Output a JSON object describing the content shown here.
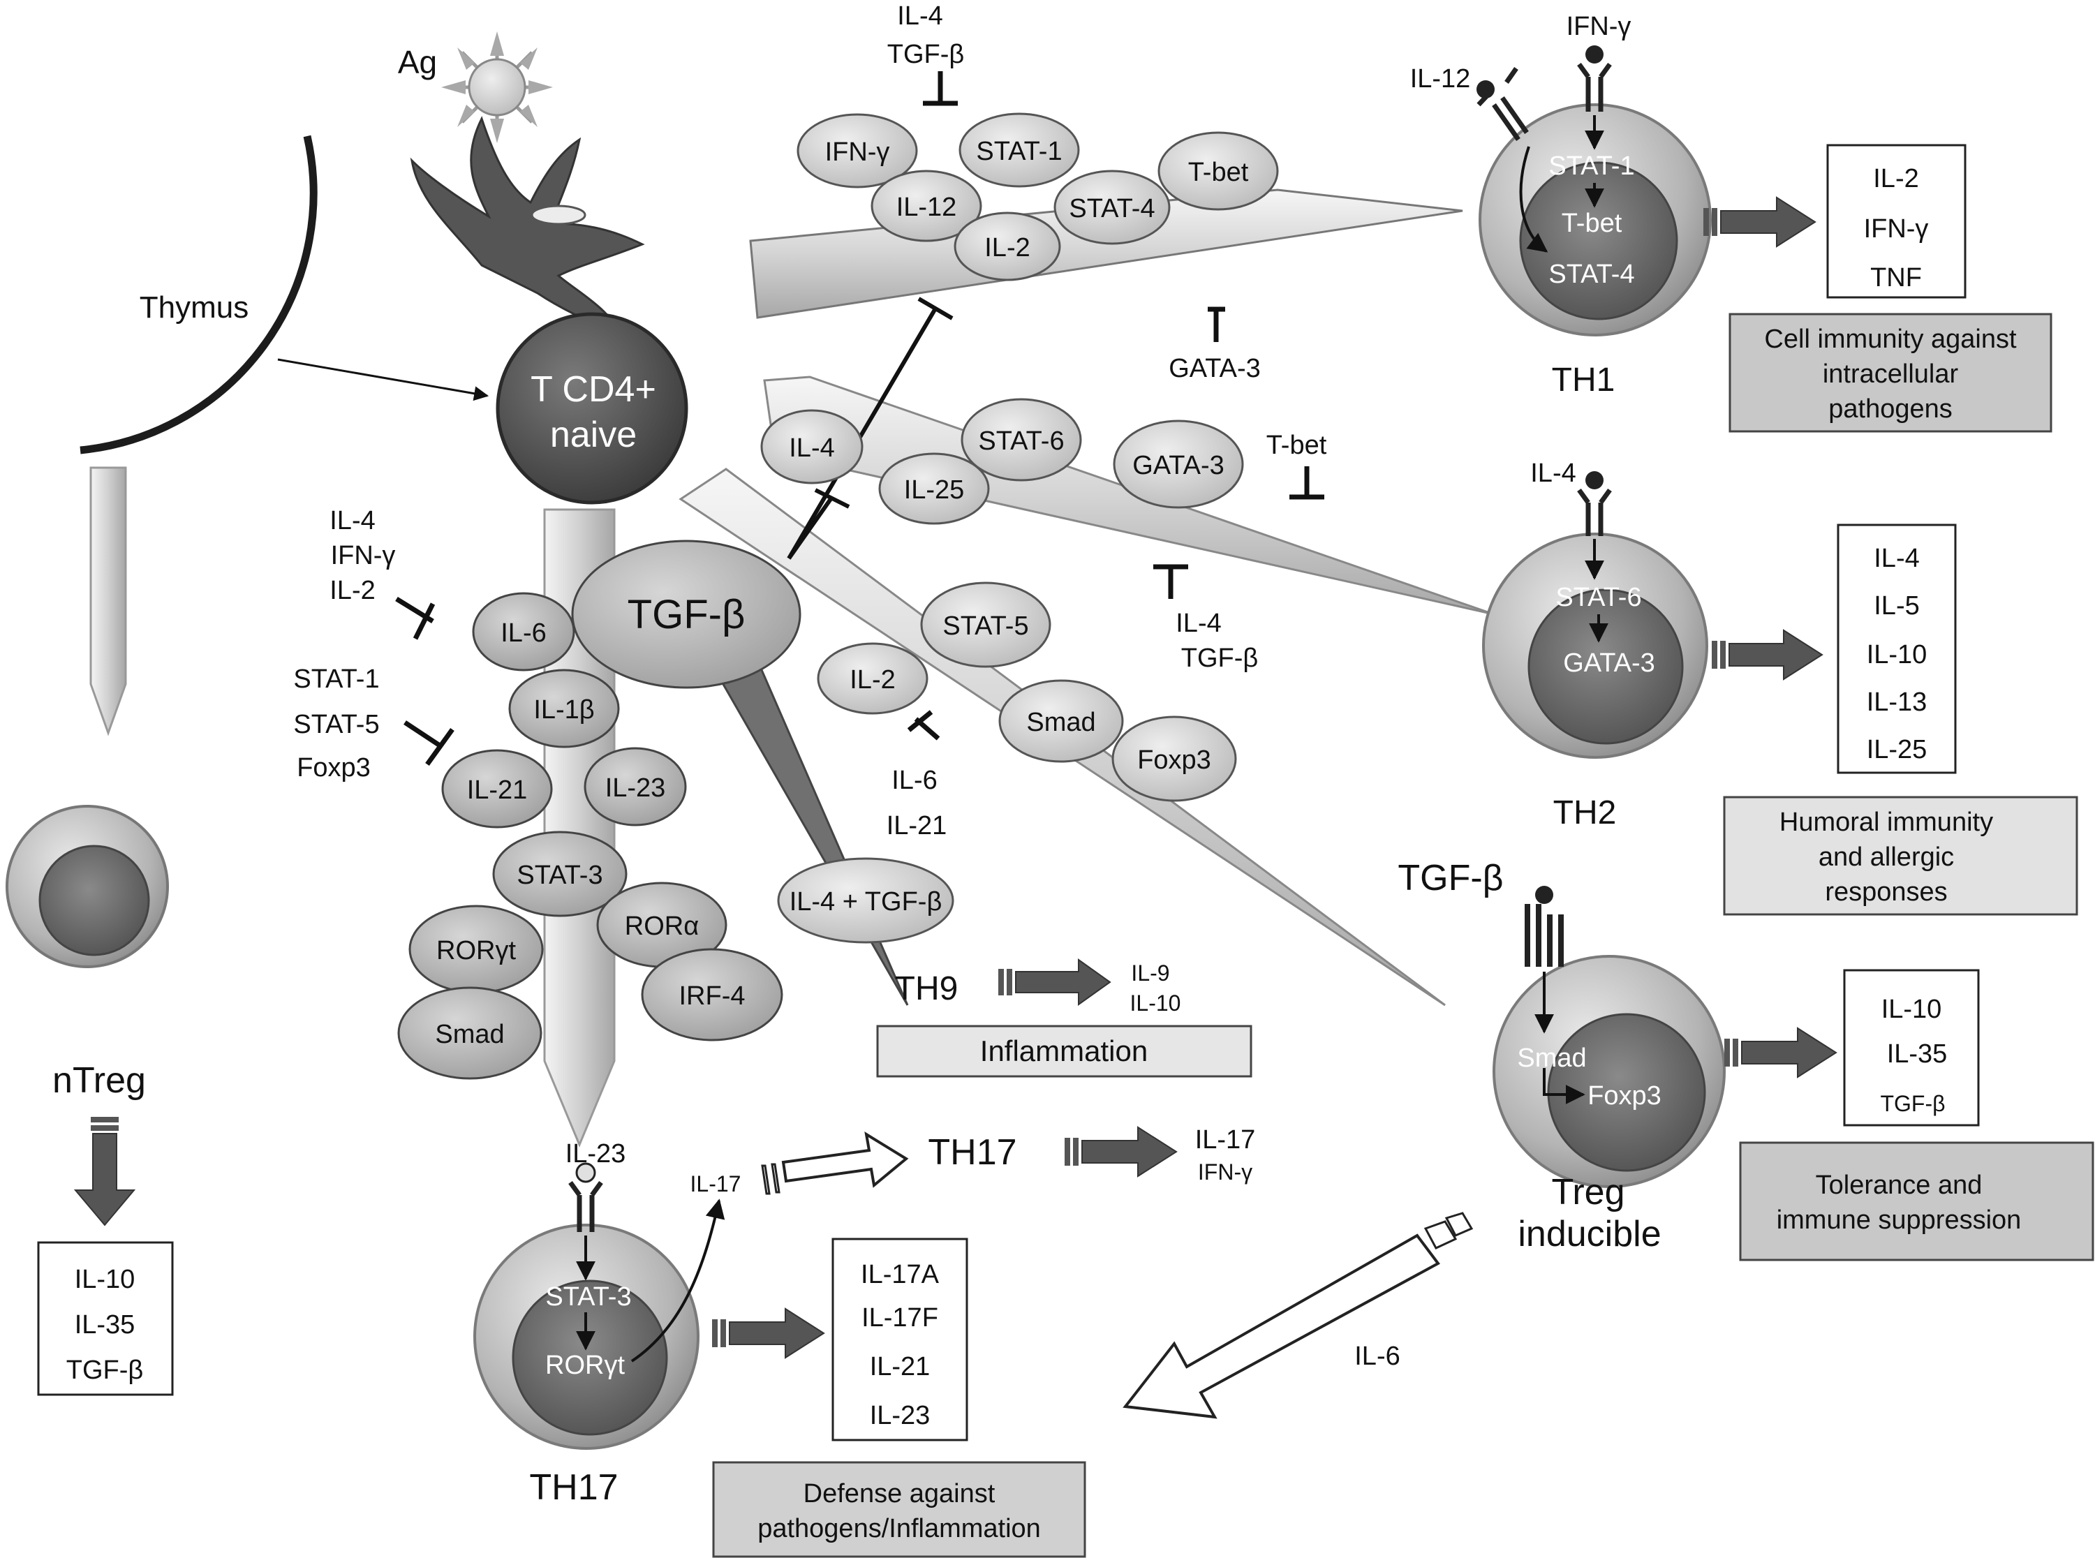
{
  "labels": {
    "ag": "Ag",
    "thymus": "Thymus",
    "naive_line1": "T CD4+",
    "naive_line2": "naive",
    "tgfb": "TGF-β",
    "ntreg": "nTreg",
    "th1": "TH1",
    "th2": "TH2",
    "th17_cell": "TH17",
    "th17_mid": "TH17",
    "th9": "TH9",
    "treg_line1": "Treg",
    "treg_line2": "inducible",
    "treg_tgfb": "TGF-β",
    "il6_arrow": "IL-6",
    "il17_small": "IL-17"
  },
  "th1_branch": {
    "ovals": [
      "IFN-γ",
      "STAT-1",
      "IL-12",
      "STAT-4",
      "T-bet",
      "IL-2"
    ],
    "inhibitors_top": [
      "IL-4",
      "TGF-β"
    ],
    "inhibitor_bottom": "GATA-3"
  },
  "th2_branch": {
    "ovals": [
      "IL-4",
      "STAT-6",
      "IL-25",
      "GATA-3"
    ],
    "inhibitor_top": "T-bet",
    "inhibitors_bottom": [
      "IL-4",
      "TGF-β"
    ]
  },
  "treg_branch": {
    "ovals": [
      "STAT-5",
      "IL-2",
      "Smad",
      "Foxp3"
    ],
    "inhibitors": [
      "IL-6",
      "IL-21"
    ]
  },
  "th9_branch": {
    "oval": "IL-4 + TGF-β",
    "products": [
      "IL-9",
      "IL-10"
    ],
    "function": "Inflammation"
  },
  "th17_branch": {
    "ovals": [
      "IL-6",
      "IL-1β",
      "IL-21",
      "IL-23",
      "STAT-3",
      "RORγt",
      "RORα",
      "Smad",
      "IRF-4"
    ],
    "inhibitors_upper": [
      "IL-4",
      "IFN-γ",
      "IL-2"
    ],
    "inhibitors_lower": [
      "STAT-1",
      "STAT-5",
      "Foxp3"
    ]
  },
  "th1_cell": {
    "receptors": [
      "IL-12",
      "IFN-γ"
    ],
    "inner": [
      "STAT-1",
      "T-bet",
      "STAT-4"
    ]
  },
  "th2_cell": {
    "receptor": "IL-4",
    "inner": [
      "STAT-6",
      "GATA-3"
    ]
  },
  "treg_cell": {
    "inner": [
      "Smad",
      "Foxp3"
    ]
  },
  "th17_cell": {
    "receptor": "IL-23",
    "inner": [
      "STAT-3",
      "RORγt"
    ]
  },
  "th17_mid_products": [
    "IL-17",
    "IFN-γ"
  ],
  "products": {
    "th1": [
      "IL-2",
      "IFN-γ",
      "TNF"
    ],
    "th2": [
      "IL-4",
      "IL-5",
      "IL-10",
      "IL-13",
      "IL-25"
    ],
    "treg": [
      "IL-10",
      "IL-35",
      "TGF-β"
    ],
    "ntreg": [
      "IL-10",
      "IL-35",
      "TGF-β"
    ],
    "th17": [
      "IL-17A",
      "IL-17F",
      "IL-21",
      "IL-23"
    ]
  },
  "functions": {
    "th1": [
      "Cell immunity against",
      "intracellular",
      "pathogens"
    ],
    "th2": [
      "Humoral immunity",
      "and allergic",
      "responses"
    ],
    "treg": [
      "Tolerance and",
      "immune suppression"
    ],
    "th17": [
      "Defense against",
      "pathogens/Inflammation"
    ]
  }
}
